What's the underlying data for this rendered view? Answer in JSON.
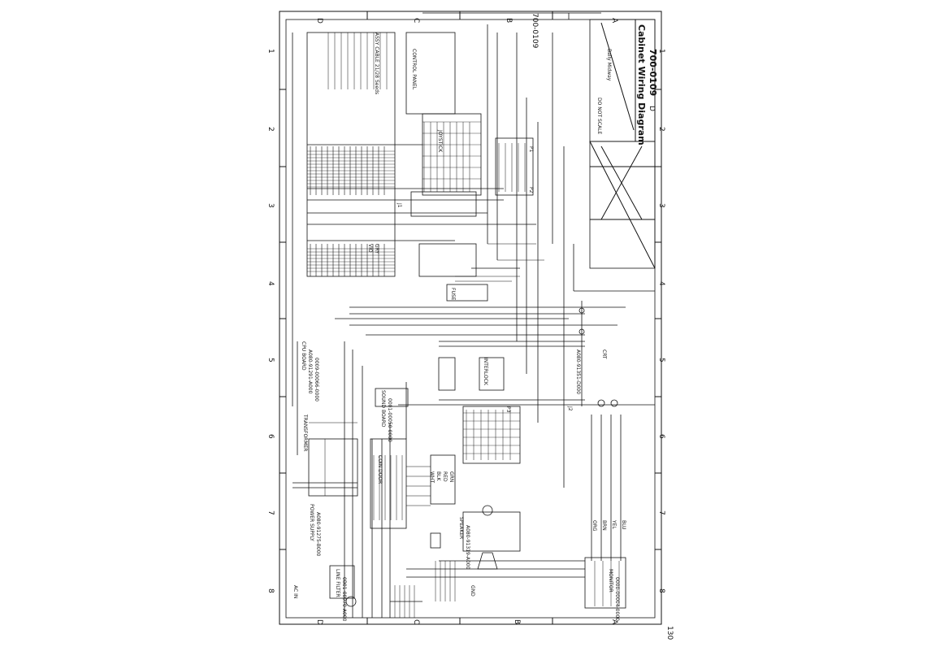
{
  "document": {
    "title": "Cabinet Wiring Diagram",
    "drawing_number": "700-0109",
    "header_number": "700-0109",
    "page_number": "130",
    "size_code": "D"
  },
  "border": {
    "column_zones_top": [
      "D",
      "C",
      "B",
      "A"
    ],
    "column_zones_bottom": [
      "D",
      "C",
      "B",
      "A"
    ],
    "row_zones_left": [
      "1",
      "2",
      "3",
      "4",
      "5",
      "6",
      "7",
      "8"
    ],
    "row_zones_right": [
      "1",
      "2",
      "3",
      "4",
      "5",
      "6",
      "7",
      "8"
    ]
  },
  "title_block": {
    "company": "Bally Midway",
    "notes": [
      "DO NOT SCALE"
    ]
  },
  "labels": {
    "assy_cable_top": "ASSY CABLE 21/28 Seeds",
    "cpu_board": "CPU BOARD",
    "sound_board": "SOUND BOARD",
    "transformer": "TRANSFORMER",
    "power_supply": "POWER SUPPLY",
    "coin_door": "COIN DOOR",
    "speaker": "SPEAKER",
    "monitor": "MONITOR",
    "line_filter": "LINE FILTER",
    "fuse": "FUSE",
    "interlock": "INTERLOCK",
    "ground": "GND",
    "ac_in": "AC IN",
    "crt": "CRT",
    "control_panel": "CONTROL PANEL",
    "joystick": "JOYSTICK",
    "harness_p1": "P1",
    "harness_p2": "P2",
    "harness_p3": "P3",
    "harness_j1": "J1",
    "harness_j2": "J2",
    "wire_wht": "WHT",
    "wire_blk": "BLK",
    "wire_red": "RED",
    "wire_grn": "GRN",
    "wire_org": "ORG",
    "wire_brn": "BRN",
    "wire_yel": "YEL",
    "wire_blu": "BLU",
    "wire_vio": "VIO",
    "wire_gry": "GRY",
    "part_a": "A080-91291-A000",
    "part_b": "0009-00066-0000",
    "part_c": "0001-00050-0000",
    "part_d": "A080-91275-B000",
    "part_e": "0B01-00070-A000",
    "part_f": "A080-91319-A000",
    "part_g": "0000-00004-0000",
    "part_h": "A080-91351-D000"
  },
  "colors": {
    "ink": "#111111",
    "paper": "#ffffff"
  }
}
